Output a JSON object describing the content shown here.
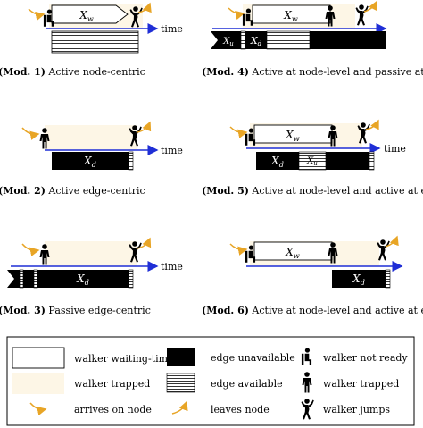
{
  "axis_label": "time",
  "vars": {
    "xw": "X",
    "xw_sub": "w",
    "xd": "X",
    "xd_sub": "d",
    "xu": "X",
    "xu_sub": "u"
  },
  "captions": [
    {
      "tag": "(Mod. 1)",
      "text": " Active node-centric"
    },
    {
      "tag": "(Mod. 2)",
      "text": " Active edge-centric"
    },
    {
      "tag": "(Mod. 3)",
      "text": " Passive edge-centric"
    },
    {
      "tag": "(Mod. 4)",
      "text": " Active at node-level and passive at edge-level"
    },
    {
      "tag": "(Mod. 5)",
      "text": " Active at node-level and active at edge-level"
    },
    {
      "tag": "(Mod. 6)",
      "text": " Active at node-level and active at edge-level"
    }
  ],
  "legend": {
    "waiting": "walker waiting-time",
    "trapped_area": "walker trapped",
    "arrives": "arrives on node",
    "unavailable": "edge unavailable",
    "available": "edge available",
    "leaves": "leaves node",
    "not_ready": "walker not ready",
    "trapped_walker": "walker trapped",
    "jumps": "walker jumps"
  },
  "colors": {
    "trapped_fill": "#fdf6e6",
    "arrow_blue": "#1f2ed6",
    "arrow_orange": "#e8a526",
    "edge_black": "#000000"
  }
}
